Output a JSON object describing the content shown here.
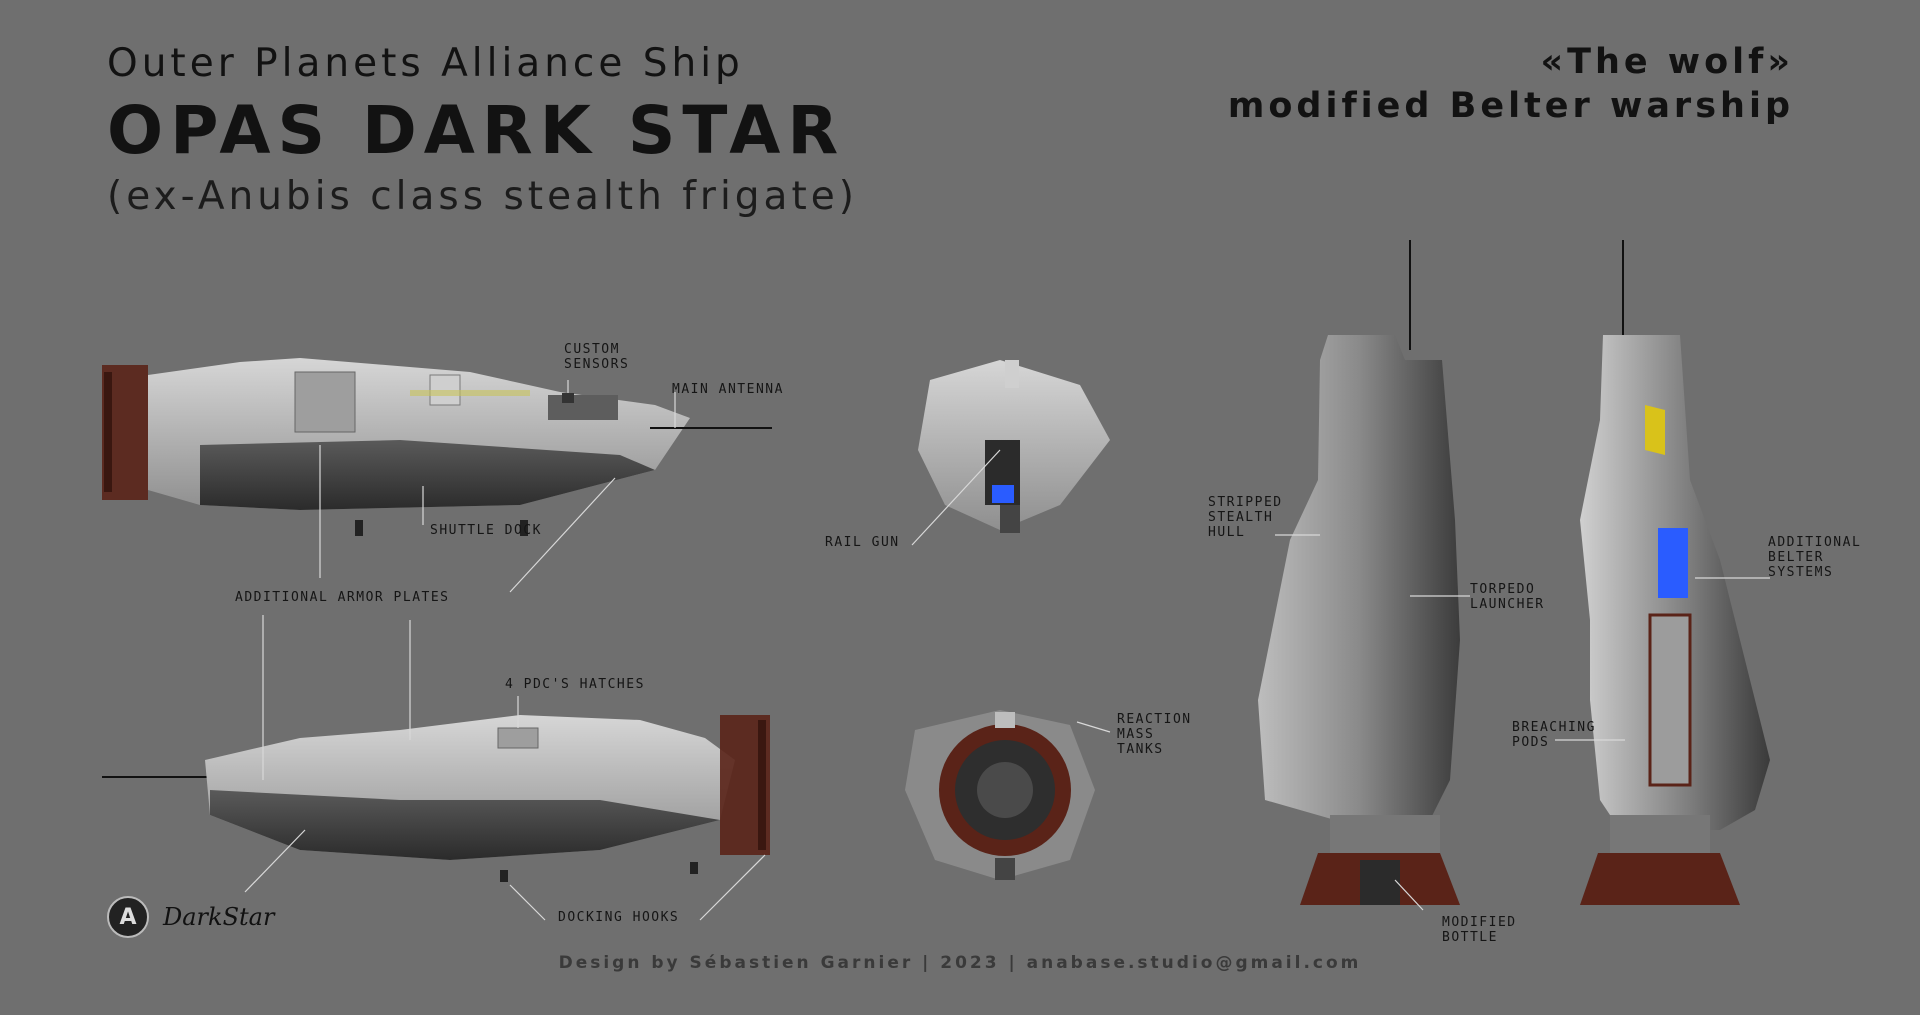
{
  "header": {
    "subtitle_top": "Outer Planets Alliance Ship",
    "title": "OPAS DARK STAR",
    "subclass": "(ex-Anubis class stealth frigate)",
    "nickname": "«The wolf»",
    "description": "modified Belter warship"
  },
  "labels": {
    "custom_sensors_1": "custom",
    "custom_sensors_2": "sensors",
    "main_antenna": "main antenna",
    "shuttle_dock": "shuttle dock",
    "armor_plates": "additional armor plates",
    "pdc_hatches": "4 PDC's hatches",
    "docking_hooks": "docking hooks",
    "rail_gun": "rail gun",
    "reaction_1": "reaction",
    "reaction_2": "mass",
    "reaction_3": "tanks",
    "stealth_1": "stripped",
    "stealth_2": "stealth",
    "stealth_3": "hull",
    "torpedo_1": "torpedo",
    "torpedo_2": "launcher",
    "breaching_1": "breaching",
    "breaching_2": "pods",
    "belter_1": "additional",
    "belter_2": "belter",
    "belter_3": "systems",
    "bottle_1": "modified",
    "bottle_2": "bottle"
  },
  "logo": {
    "text": "DarkStar"
  },
  "credit": "Design by Sébastien Garnier | 2023 | anabase.studio@gmail.com",
  "colors": {
    "background": "#6f6f6f",
    "hull_light": "#c9c9c9",
    "hull_dark": "#3a3a3a",
    "rust": "#6b2a1c",
    "accent_blue": "#2a5cff",
    "hazard_yellow": "#d9c21a"
  }
}
